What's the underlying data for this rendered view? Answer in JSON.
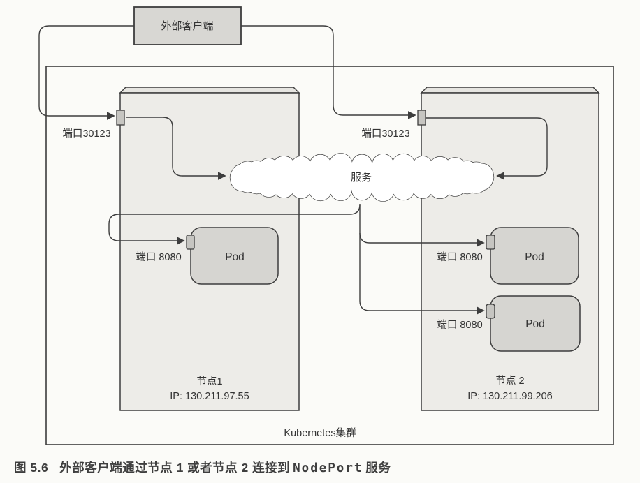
{
  "diagram": {
    "external_client": {
      "label": "外部客户端"
    },
    "cluster": {
      "label": "Kubernetes集群"
    },
    "service_cloud": {
      "label": "服务"
    },
    "node1": {
      "title": "节点1",
      "ip": "IP: 130.211.97.55",
      "node_port_label": "端口30123",
      "pods": [
        {
          "label": "Pod",
          "port_label": "端口 8080"
        }
      ]
    },
    "node2": {
      "title": "节点 2",
      "ip": "IP: 130.211.99.206",
      "node_port_label": "端口30123",
      "pods": [
        {
          "label": "Pod",
          "port_label": "端口 8080"
        },
        {
          "label": "Pod",
          "port_label": "端口 8080"
        }
      ]
    }
  },
  "caption": {
    "figure_number": "图 5.6",
    "text": "外部客户端通过节点 1 或者节点 2 连接到",
    "code": "NodePort",
    "suffix": "服务"
  },
  "colors": {
    "line": "#3d3d3d",
    "client_box_fill": "#d8d7d3",
    "node_fill": "#edece8",
    "node_top_fill": "#e6e5e1",
    "pod_fill": "#d6d5d1",
    "port_fill": "#c6c5c1",
    "cloud_fill": "#ffffff",
    "page_background": "#fbfbf8",
    "text": "#333333",
    "caption_text": "#3e3e3e"
  }
}
